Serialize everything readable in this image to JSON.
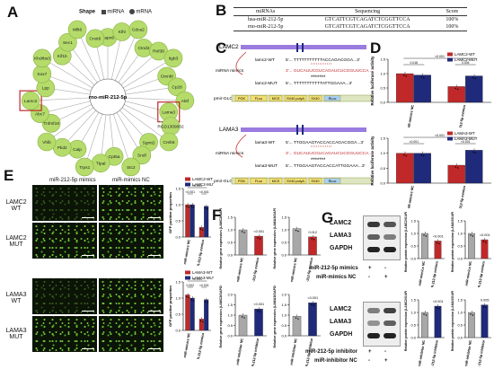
{
  "panels": {
    "A": "A",
    "B": "B",
    "C": "C",
    "D": "D",
    "E": "E",
    "F": "F",
    "G": "G"
  },
  "network": {
    "legend_title": "Shape",
    "legend_items": [
      "miRNA",
      "mRNA"
    ],
    "center": "rno-miR-212-5p",
    "nodes": [
      "Capn6",
      "Klhl",
      "Cdca2",
      "Ctnd2",
      "Rnf38",
      "Itgb3",
      "Ctnnbl",
      "Cp28",
      "Aktf",
      "Lama3",
      "RGD1309002",
      "Creb5",
      "Sgmt2",
      "Sndl",
      "Stc2",
      "Cpt5a",
      "Ttpal",
      "Trps1",
      "Calp",
      "Pkd2",
      "Vhlb",
      "Tnfrsf19",
      "Abc7",
      "Lamc2",
      "Lpp",
      "Sox7",
      "Khdrbs3",
      "Kif1b",
      "Sec1",
      "Mllt6",
      "Cnot6"
    ]
  },
  "table": {
    "headers": [
      "miRNAs",
      "Sequencing",
      "Score"
    ],
    "rows": [
      [
        "hsa-miR-212-5p",
        "GTCATTCGTCAGATCTCGGTTCCA",
        "100%"
      ],
      [
        "rno-miR-212-5p",
        "GTCATTCGTCAGATCTCGGTTCCA",
        "100%"
      ]
    ]
  },
  "constructs": {
    "lamc2": {
      "title": "LAMC2",
      "wt_label": "lamc2-WT",
      "wt_seq": "5'... TTTTTTTTTTTACCAGACGGA...3'",
      "mimic_label": "miRNA mimics",
      "mimic_seq": "3'...  GUCAUUCGUCAGAUCUCGGUUCCA...5'",
      "mut_label": "lamc2-MUT",
      "mut_seq": "5'... TTTTTTTTTTTATTGGAAA...3'",
      "vector_label": "pmir-GLO",
      "parts": [
        "PGK",
        "FLuc",
        "MCS",
        "SV40 polyA",
        "SV40",
        "RLuc"
      ],
      "stars": "*******"
    },
    "lama3": {
      "title": "LAMA3",
      "wt_label": "lama3-WT",
      "wt_seq": "5'... TTGGAAGTACCACCAGACGGA...3'",
      "mimic_label": "miRNA mimics",
      "mimic_seq": "3'...  GUCAUUCGUCAGAUCUCGGUUCCA...5'",
      "mut_label": "lama3-MUT",
      "mut_seq": "5'... TTGGAAGTACCACCATTGGAAA...3'",
      "vector_label": "pmir-GLO",
      "parts": [
        "PGK",
        "FLuc",
        "MCS",
        "SV40 polyA",
        "SV40",
        "RLuc"
      ],
      "stars": "*******"
    }
  },
  "microscopy": {
    "col_headers": [
      "miR-212-5p mimics",
      "miR-mimics NC"
    ],
    "top_rows": [
      "LAMC2 WT",
      "LAMC2 MUT"
    ],
    "bottom_rows": [
      "LAMA3 WT",
      "LAMA3 MUT"
    ]
  },
  "western": {
    "top_rows": [
      "LAMC2",
      "LAMA3",
      "GAPDH"
    ],
    "top_controls": [
      "miR-212-5p mimics",
      "miR-mimics NC"
    ],
    "top_signs": [
      [
        "+",
        "-"
      ],
      [
        "-",
        "+"
      ]
    ],
    "bottom_rows": [
      "LAMC2",
      "LAMA3",
      "GAPDH"
    ],
    "bottom_controls": [
      "miR-212-5p inhibitor",
      "miR-inhibitor NC"
    ],
    "bottom_signs": [
      [
        "+",
        "-"
      ],
      [
        "-",
        "+"
      ]
    ]
  },
  "colors": {
    "red": "#c0282a",
    "navy": "#1f2a7a",
    "grey": "#a8a8a8",
    "node": "#b5dc6b",
    "node_edge": "#88b143",
    "pink": "#f2a4a4"
  },
  "chart_data": [
    {
      "id": "D1",
      "type": "bar",
      "ylabel": "Relative luciferase activity",
      "ylim": [
        0,
        1.5
      ],
      "categories": [
        "miR-mimics NC",
        "miR-212-5p mimics"
      ],
      "series": [
        {
          "name": "LAMC2-WT",
          "color": "red",
          "values": [
            1.0,
            0.55
          ]
        },
        {
          "name": "LAMC2-MUT",
          "color": "navy",
          "values": [
            0.95,
            0.92
          ]
        }
      ],
      "annotations": [
        "<0.001",
        "0.018",
        "0.004"
      ]
    },
    {
      "id": "D2",
      "type": "bar",
      "ylabel": "Relative luciferase activity",
      "ylim": [
        0,
        1.5
      ],
      "categories": [
        "miR-mimics NC",
        "miR-212-5p mimics"
      ],
      "series": [
        {
          "name": "LAMA3-WT",
          "color": "red",
          "values": [
            1.0,
            0.6
          ]
        },
        {
          "name": "LAMA3-MUT",
          "color": "navy",
          "values": [
            1.0,
            1.1
          ]
        }
      ],
      "annotations": [
        "<0.001",
        "<0.001",
        "<0.001"
      ]
    },
    {
      "id": "E1",
      "type": "bar",
      "ylabel": "GFP positive proportion",
      "ylim": [
        0,
        1.5
      ],
      "categories": [
        "miR-mimics NC",
        "miR-212-5p mimics"
      ],
      "series": [
        {
          "name": "LAMC2-WT",
          "color": "red",
          "values": [
            1.0,
            0.3
          ]
        },
        {
          "name": "LAMC2-MUT",
          "color": "navy",
          "values": [
            1.0,
            0.95
          ]
        }
      ],
      "annotations": [
        "<0.001",
        "<0.001",
        "<0.001"
      ]
    },
    {
      "id": "E2",
      "type": "bar",
      "ylabel": "GFP positive proportion",
      "ylim": [
        0,
        1.5
      ],
      "categories": [
        "miR-mimics NC",
        "miR-212-5p mimics"
      ],
      "series": [
        {
          "name": "LAMA3-WT",
          "color": "red",
          "values": [
            1.1,
            0.35
          ]
        },
        {
          "name": "LAMA3-MUT",
          "color": "navy",
          "values": [
            1.0,
            0.95
          ]
        }
      ],
      "annotations": [
        "<0.001",
        "0.002",
        "<0.001"
      ]
    },
    {
      "id": "F1",
      "type": "bar",
      "ylabel": "Relative gene expression (LAMC2/GAPDH)",
      "ylim": [
        0,
        1.5
      ],
      "categories": [
        "miR-mimics NC",
        "miR-212-5p mimics"
      ],
      "series": [
        {
          "name": "",
          "values": [
            1.0,
            0.75
          ],
          "colors": [
            "grey",
            "red"
          ]
        }
      ],
      "annotations": [
        "<0.001"
      ]
    },
    {
      "id": "F2",
      "type": "bar",
      "ylabel": "Relative gene expression (LAMA3/GAPDH)",
      "ylim": [
        0,
        1.5
      ],
      "categories": [
        "miR-mimics NC",
        "miR-212-5p mimics"
      ],
      "series": [
        {
          "name": "",
          "values": [
            1.05,
            0.72
          ],
          "colors": [
            "grey",
            "red"
          ]
        }
      ],
      "annotations": [
        "0.012"
      ]
    },
    {
      "id": "F3",
      "type": "bar",
      "ylabel": "Relative gene expression (LAMC2/GAPDH)",
      "ylim": [
        0,
        2.0
      ],
      "categories": [
        "miR-inhibitor NC",
        "miR-212-5p inhibitor"
      ],
      "series": [
        {
          "name": "",
          "values": [
            1.0,
            1.3
          ],
          "colors": [
            "grey",
            "navy"
          ]
        }
      ],
      "annotations": [
        "<0.001"
      ]
    },
    {
      "id": "F4",
      "type": "bar",
      "ylabel": "Relative gene expression (LAMA3/GAPDH)",
      "ylim": [
        0,
        2.0
      ],
      "categories": [
        "miR-inhibitor NC",
        "miR-212-5p inhibitor"
      ],
      "series": [
        {
          "name": "",
          "values": [
            0.95,
            1.6
          ],
          "colors": [
            "grey",
            "navy"
          ]
        }
      ],
      "annotations": [
        "<0.001"
      ]
    },
    {
      "id": "G1",
      "type": "bar",
      "ylabel": "Relative protein expression (LAMC2/GAPDH)",
      "ylim": [
        0,
        1.5
      ],
      "categories": [
        "miR-mimics NC",
        "miR-212-5p mimics"
      ],
      "series": [
        {
          "name": "",
          "values": [
            1.0,
            0.7
          ],
          "colors": [
            "grey",
            "red"
          ]
        }
      ],
      "annotations": [
        "<0.001"
      ]
    },
    {
      "id": "G2",
      "type": "bar",
      "ylabel": "Relative protein expression (LAMA3/GAPDH)",
      "ylim": [
        0,
        1.5
      ],
      "categories": [
        "miR-mimics NC",
        "miR-212-5p mimics"
      ],
      "series": [
        {
          "name": "",
          "values": [
            1.0,
            0.75
          ],
          "colors": [
            "grey",
            "red"
          ]
        }
      ],
      "annotations": [
        "<0.001"
      ]
    },
    {
      "id": "G3",
      "type": "bar",
      "ylabel": "Relative protein expression (LAMC2/GAPDH)",
      "ylim": [
        0,
        1.5
      ],
      "categories": [
        "miR-inhibitor NC",
        "miR-212-5p inhibitor"
      ],
      "series": [
        {
          "name": "",
          "values": [
            1.0,
            1.25
          ],
          "colors": [
            "grey",
            "navy"
          ]
        }
      ],
      "annotations": [
        "<0.001"
      ]
    },
    {
      "id": "G4",
      "type": "bar",
      "ylabel": "Relative protein expression (LAMA3/GAPDH)",
      "ylim": [
        0,
        1.5
      ],
      "categories": [
        "miR-inhibitor NC",
        "miR-212-5p inhibitor"
      ],
      "series": [
        {
          "name": "",
          "values": [
            1.0,
            1.3
          ],
          "colors": [
            "grey",
            "navy"
          ]
        }
      ],
      "annotations": [
        "0.005"
      ]
    }
  ]
}
